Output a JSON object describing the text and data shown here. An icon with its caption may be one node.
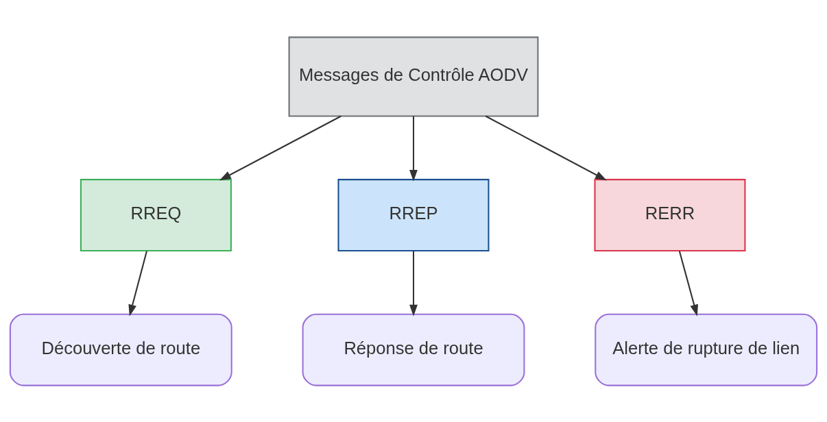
{
  "diagram": {
    "nodes": [
      {
        "text": [
          "Messages de Contrôle AODV"
        ]
      },
      {
        "text": [
          "RREQ"
        ]
      },
      {
        "text": [
          "RREP"
        ]
      },
      {
        "text": [
          "RERR"
        ]
      },
      {
        "text": [
          "Découverte de route"
        ]
      },
      {
        "text": [
          "Réponse de route"
        ]
      },
      {
        "text": [
          "Alerte de rupture de lien"
        ]
      }
    ],
    "edges": [
      {
        "from": 0,
        "to": 1,
        "arrow": "to"
      },
      {
        "from": 0,
        "to": 2,
        "arrow": "to"
      },
      {
        "from": 0,
        "to": 3,
        "arrow": "to"
      },
      {
        "from": 1,
        "to": 4,
        "arrow": "to"
      },
      {
        "from": 2,
        "to": 5,
        "arrow": "to"
      },
      {
        "from": 3,
        "to": 6,
        "arrow": "to"
      }
    ]
  }
}
